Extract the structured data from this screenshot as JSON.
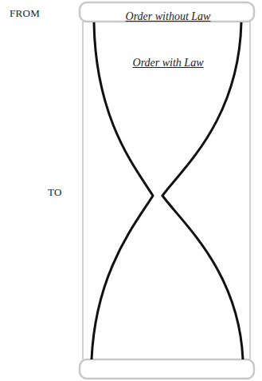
{
  "diagram": {
    "labels": [
      "FROM",
      "Order without Law",
      "Order with Law",
      "TO"
    ]
  }
}
